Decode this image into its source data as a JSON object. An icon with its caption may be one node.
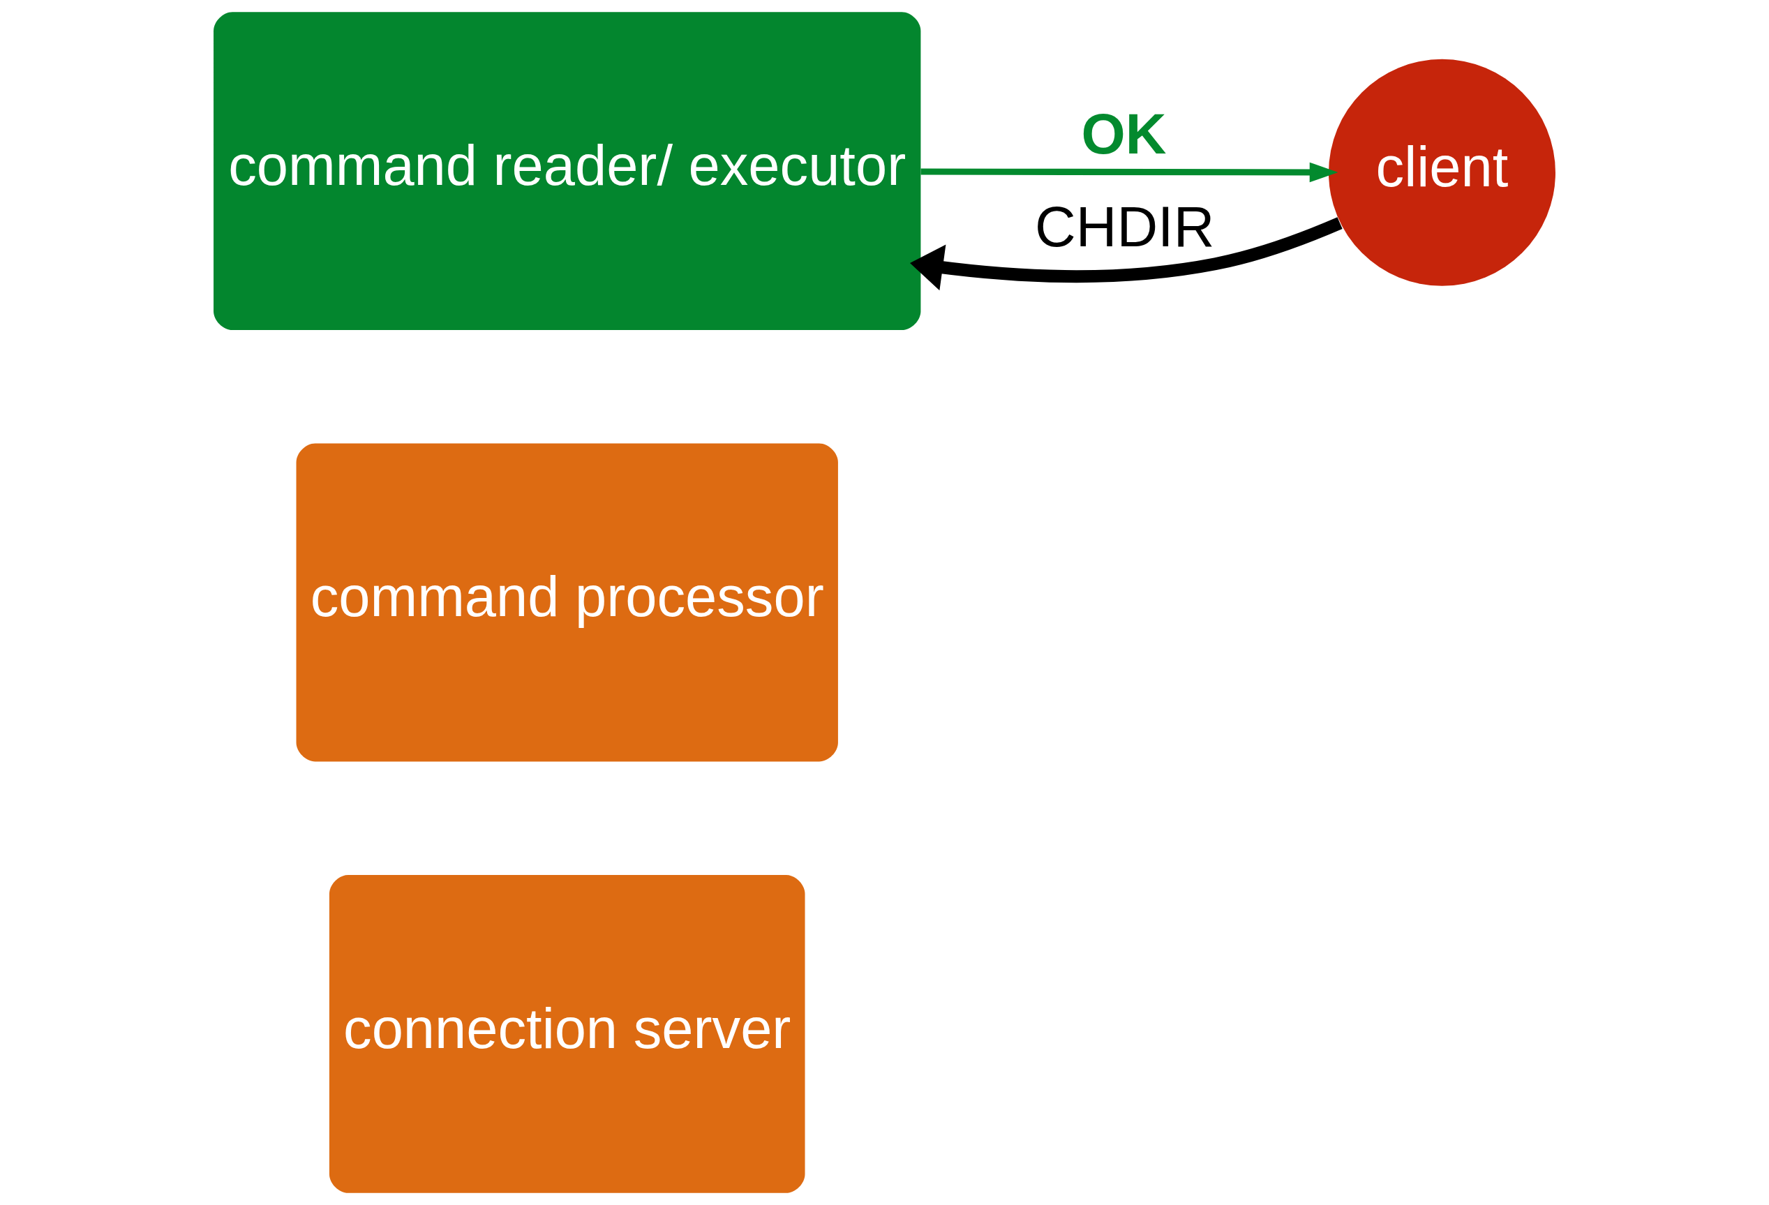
{
  "diagram": {
    "nodes": [
      {
        "text": [
          "connection server"
        ]
      },
      {
        "text": [
          "command processor"
        ]
      },
      {
        "text": [
          "command reader/ executor"
        ]
      },
      {
        "text": [
          "client"
        ]
      }
    ],
    "edges": [
      {
        "from": 2,
        "to": 3,
        "arrow": "to",
        "label": "OK",
        "color": "#038a2e"
      },
      {
        "from": 3,
        "to": 2,
        "arrow": "to",
        "label": "CHDIR",
        "style": "thick",
        "color": "#000000"
      }
    ]
  }
}
